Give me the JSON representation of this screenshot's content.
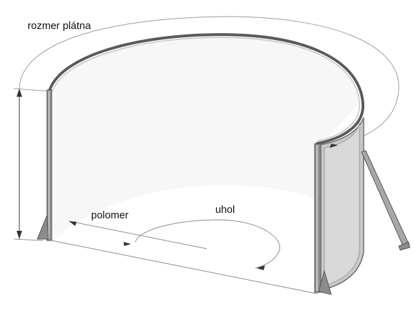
{
  "diagram": {
    "labels": {
      "canvas_size": "rozmer plátna",
      "radius": "polomer",
      "angle": "uhol"
    },
    "colors": {
      "background": "#ffffff",
      "screen_surface": "#f7f7f7",
      "frame_dark": "#5a5a5a",
      "frame_mid": "#9a9a9a",
      "frame_light": "#cfcfcf",
      "dimension_line": "#8a8a8a",
      "text": "#111111"
    }
  }
}
